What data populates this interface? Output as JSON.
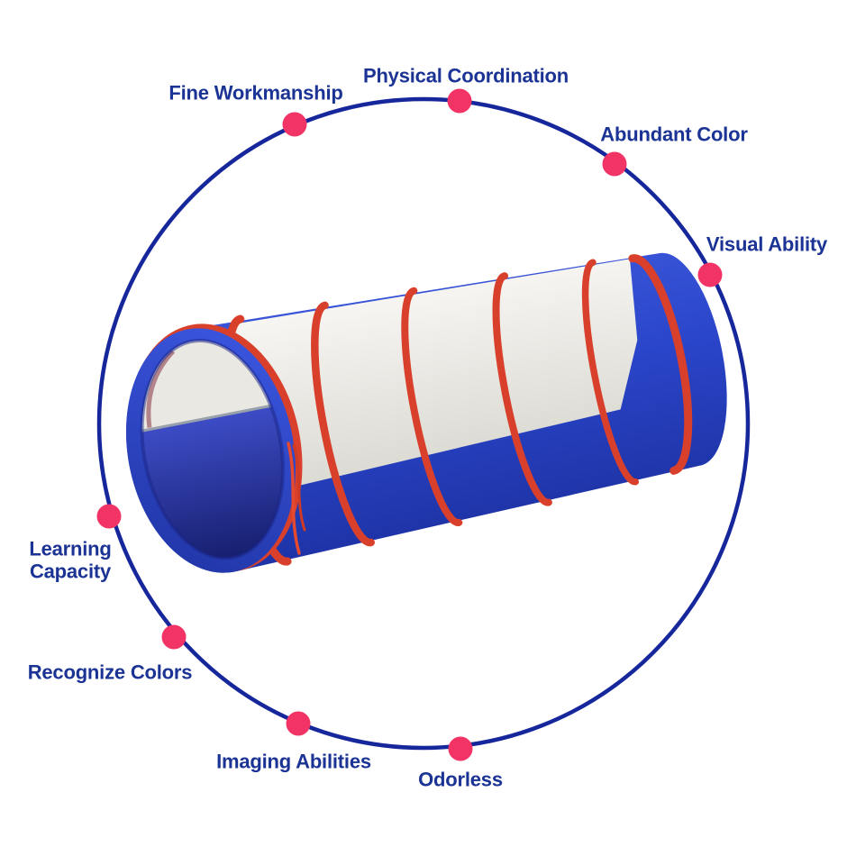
{
  "page": {
    "background": "#ffffff"
  },
  "diagram": {
    "circle_color": "#16279c",
    "dot_color": "#f13366",
    "label_color": "#1b3394",
    "features": [
      {
        "id": "fine-workmanship",
        "label": "Fine Workmanship"
      },
      {
        "id": "physical-coordination",
        "label": "Physical Coordination"
      },
      {
        "id": "abundant-color",
        "label": "Abundant Color"
      },
      {
        "id": "visual-ability",
        "label": "Visual Ability"
      },
      {
        "id": "learning-capacity",
        "label": "Learning Capacity"
      },
      {
        "id": "recognize-colors",
        "label": "Recognize Colors"
      },
      {
        "id": "imaging-abilities",
        "label": "Imaging Abilities"
      },
      {
        "id": "odorless",
        "label": "Odorless"
      }
    ]
  },
  "product": {
    "illustration": "pop-up-play-tunnel",
    "colors": {
      "body_blue": "#2b45c9",
      "mesh_white": "#efeee9",
      "hoop_red": "#d8402c",
      "interior_blue": "#3d4cc6",
      "interior_shadow": "#161f6e"
    }
  }
}
